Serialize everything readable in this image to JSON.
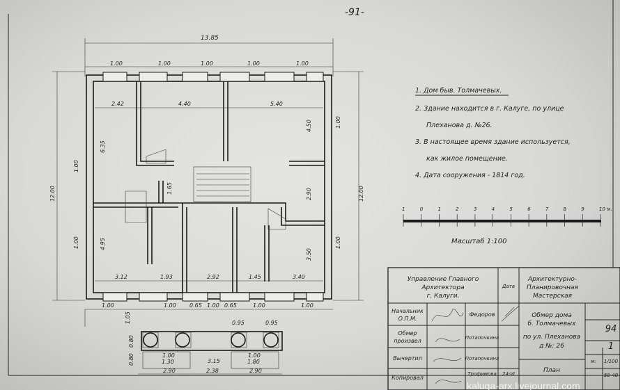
{
  "sheet": {
    "page_number": "-91-"
  },
  "plan": {
    "overall_width": "13.85",
    "overall_height_left": "12.00",
    "overall_height_right": "12.00",
    "window_widths": [
      "1.00",
      "1.00",
      "1.00",
      "1.00",
      "1.00"
    ],
    "top_rooms": [
      "2.42",
      "4.40",
      "5.40"
    ],
    "left_dims": [
      "6.35",
      "1.00",
      "4.95",
      "1.00"
    ],
    "right_dims": [
      "4.50",
      "1.00",
      "2.90",
      "3.50",
      "1.00"
    ],
    "stair_dim": "1.65",
    "bottom_rooms": [
      "3.12",
      "1.93",
      "2.92",
      "1.45",
      "3.40"
    ],
    "bottom_openings": [
      "1.00",
      "1.00",
      "0.65",
      "1.00",
      "0.65",
      "1.00",
      "1.00"
    ],
    "porch_dims": {
      "column_widths": [
        "0.95",
        "0.95"
      ],
      "side_heights": [
        "1.05",
        "0.80",
        "0.80"
      ],
      "inner_left": [
        "1.00",
        "1.30"
      ],
      "inner_right": [
        "1.00",
        "1.80"
      ],
      "middle": "3.15",
      "totals": [
        "2.90",
        "2.38",
        "2.90"
      ]
    }
  },
  "notes": [
    "1. Дом быв. Толмачевых.",
    "2. Здание находится в г. Калуге, по улице",
    "Плеханова д. №26.",
    "3. В настоящее время здание используется,",
    "как жилое помещение.",
    "4. Дата сооружения - 1814 год."
  ],
  "scale": {
    "ticks": [
      "1",
      "0",
      "1",
      "2",
      "3",
      "4",
      "5",
      "6",
      "7",
      "8",
      "9",
      "10 м."
    ],
    "label": "Масштаб 1:100"
  },
  "title_block": {
    "org": [
      "Управление Главного",
      "Архитектора",
      "г. Калуги."
    ],
    "date_header": "Дата",
    "workshop": [
      "Архитектурно-",
      "Планировочная",
      "Мастерская"
    ],
    "rows": [
      {
        "role": [
          "Начальник",
          "О.П.М."
        ],
        "name": "Федоров"
      },
      {
        "role": [
          "Обмер",
          "произвел"
        ],
        "name": "Потапочкина"
      },
      {
        "role": [
          "Вычертил"
        ],
        "name": "Потапочкина"
      },
      {
        "role": [
          "Копировал"
        ],
        "name": "Трофимова",
        "date": "24-VI"
      }
    ],
    "drawing_title": [
      "Обмер дома",
      "б. Толмачевых",
      "по ул. Плеханова",
      "д №: 26"
    ],
    "sheet_name": "План",
    "code": "94",
    "sheet_no": "1",
    "scale_label": "м:",
    "scale_value": "1/100",
    "year": "50-40"
  },
  "watermark": "kaluga-arx.livejournal.com"
}
